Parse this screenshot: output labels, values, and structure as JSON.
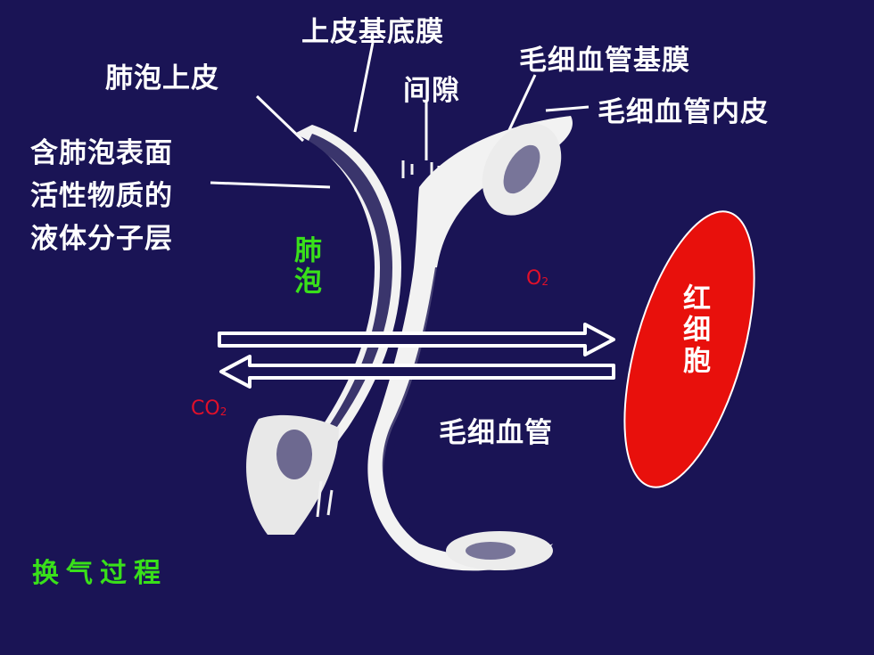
{
  "labels": {
    "basement_membrane": "上皮基底膜",
    "alveolar_epithelium": "肺泡上皮",
    "interstitial_space": "间隙",
    "capillary_basement_membrane": "毛细血管基膜",
    "capillary_endothelium": "毛细血管内皮",
    "surfactant_line1": "含肺泡表面",
    "surfactant_line2": "活性物质的",
    "surfactant_line3": "液体分子层",
    "alveolus": "肺泡",
    "oxygen": "O",
    "oxygen_sub": "2",
    "carbon_dioxide": "CO",
    "carbon_dioxide_sub": "2",
    "capillary": "毛细血管",
    "red_blood_cell": "红细胞",
    "caption": "换气过程"
  },
  "colors": {
    "background": "#1a1455",
    "membrane": "#f2f2f2",
    "rbc": "#e8100c",
    "green_text": "#39e01a",
    "gas_text": "#e0102a"
  }
}
